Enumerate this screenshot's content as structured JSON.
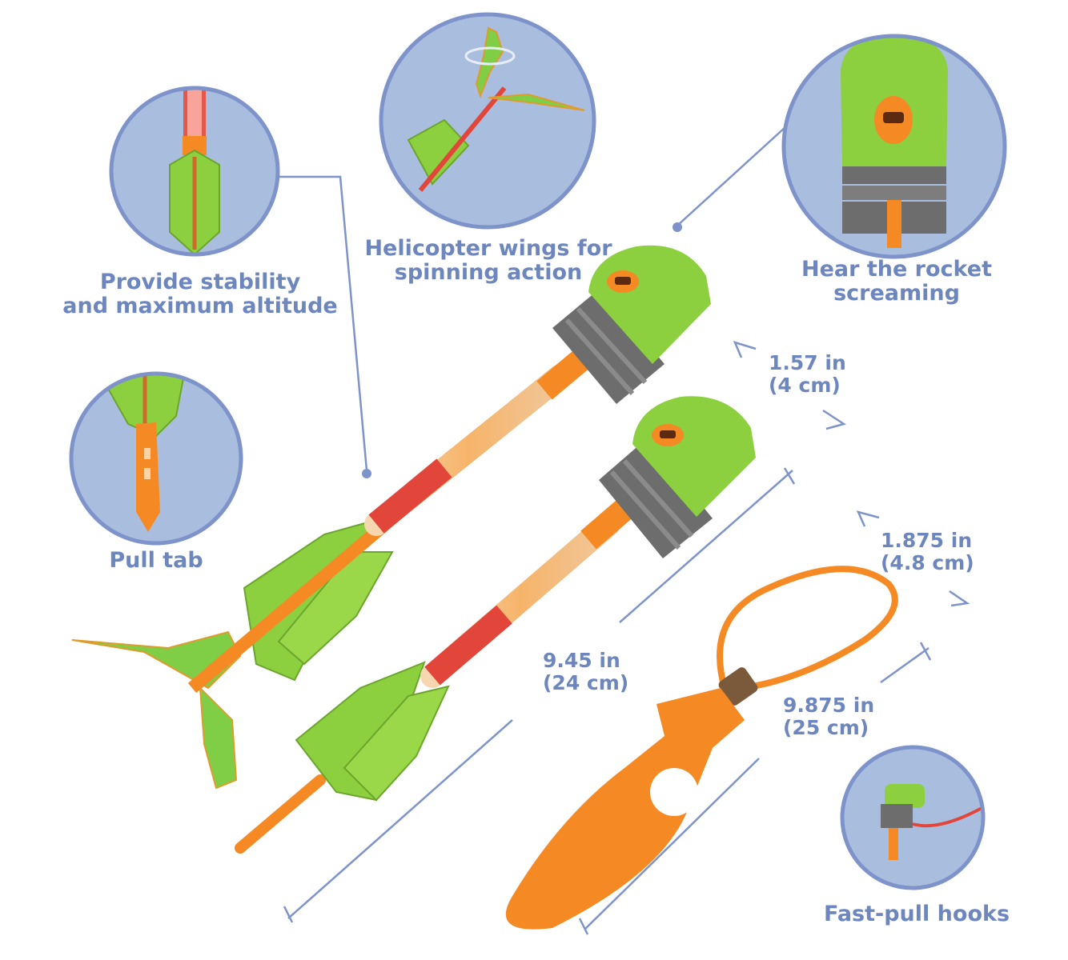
{
  "colors": {
    "accent_text": "#6d86bd",
    "circle_fill": "#a9bedf",
    "circle_ring": "#7e93c9",
    "leader_line": "#7d93c9",
    "foam_green": "#8ccf3f",
    "foam_gray": "#6d6d6d",
    "plastic_orange": "#f58a24",
    "tube_red": "#e2453a"
  },
  "callouts": {
    "stability": {
      "line1": "Provide stability",
      "line2": "and maximum altitude",
      "icon": "fin-detail-circle"
    },
    "helicopter": {
      "line1": "Helicopter wings for",
      "line2": "spinning action",
      "icon": "helicopter-wing-circle"
    },
    "screaming": {
      "line1": "Hear the rocket",
      "line2": "screaming",
      "icon": "whistle-nose-circle"
    },
    "pull_tab": {
      "line1": "Pull tab",
      "icon": "pull-tab-circle"
    },
    "hooks": {
      "line1": "Fast-pull hooks",
      "icon": "hook-circle"
    }
  },
  "dimensions": {
    "nose_width": {
      "inch": "1.57 in",
      "cm": "(4 cm)"
    },
    "rocket_length": {
      "inch": "9.45 in",
      "cm": "(24 cm)"
    },
    "launcher_width": {
      "inch": "1.875 in",
      "cm": "(4.8 cm)"
    },
    "launcher_length": {
      "inch": "9.875 in",
      "cm": "(25 cm)"
    }
  },
  "products": [
    "rocket-with-wings",
    "rocket",
    "slingshot-launcher"
  ]
}
